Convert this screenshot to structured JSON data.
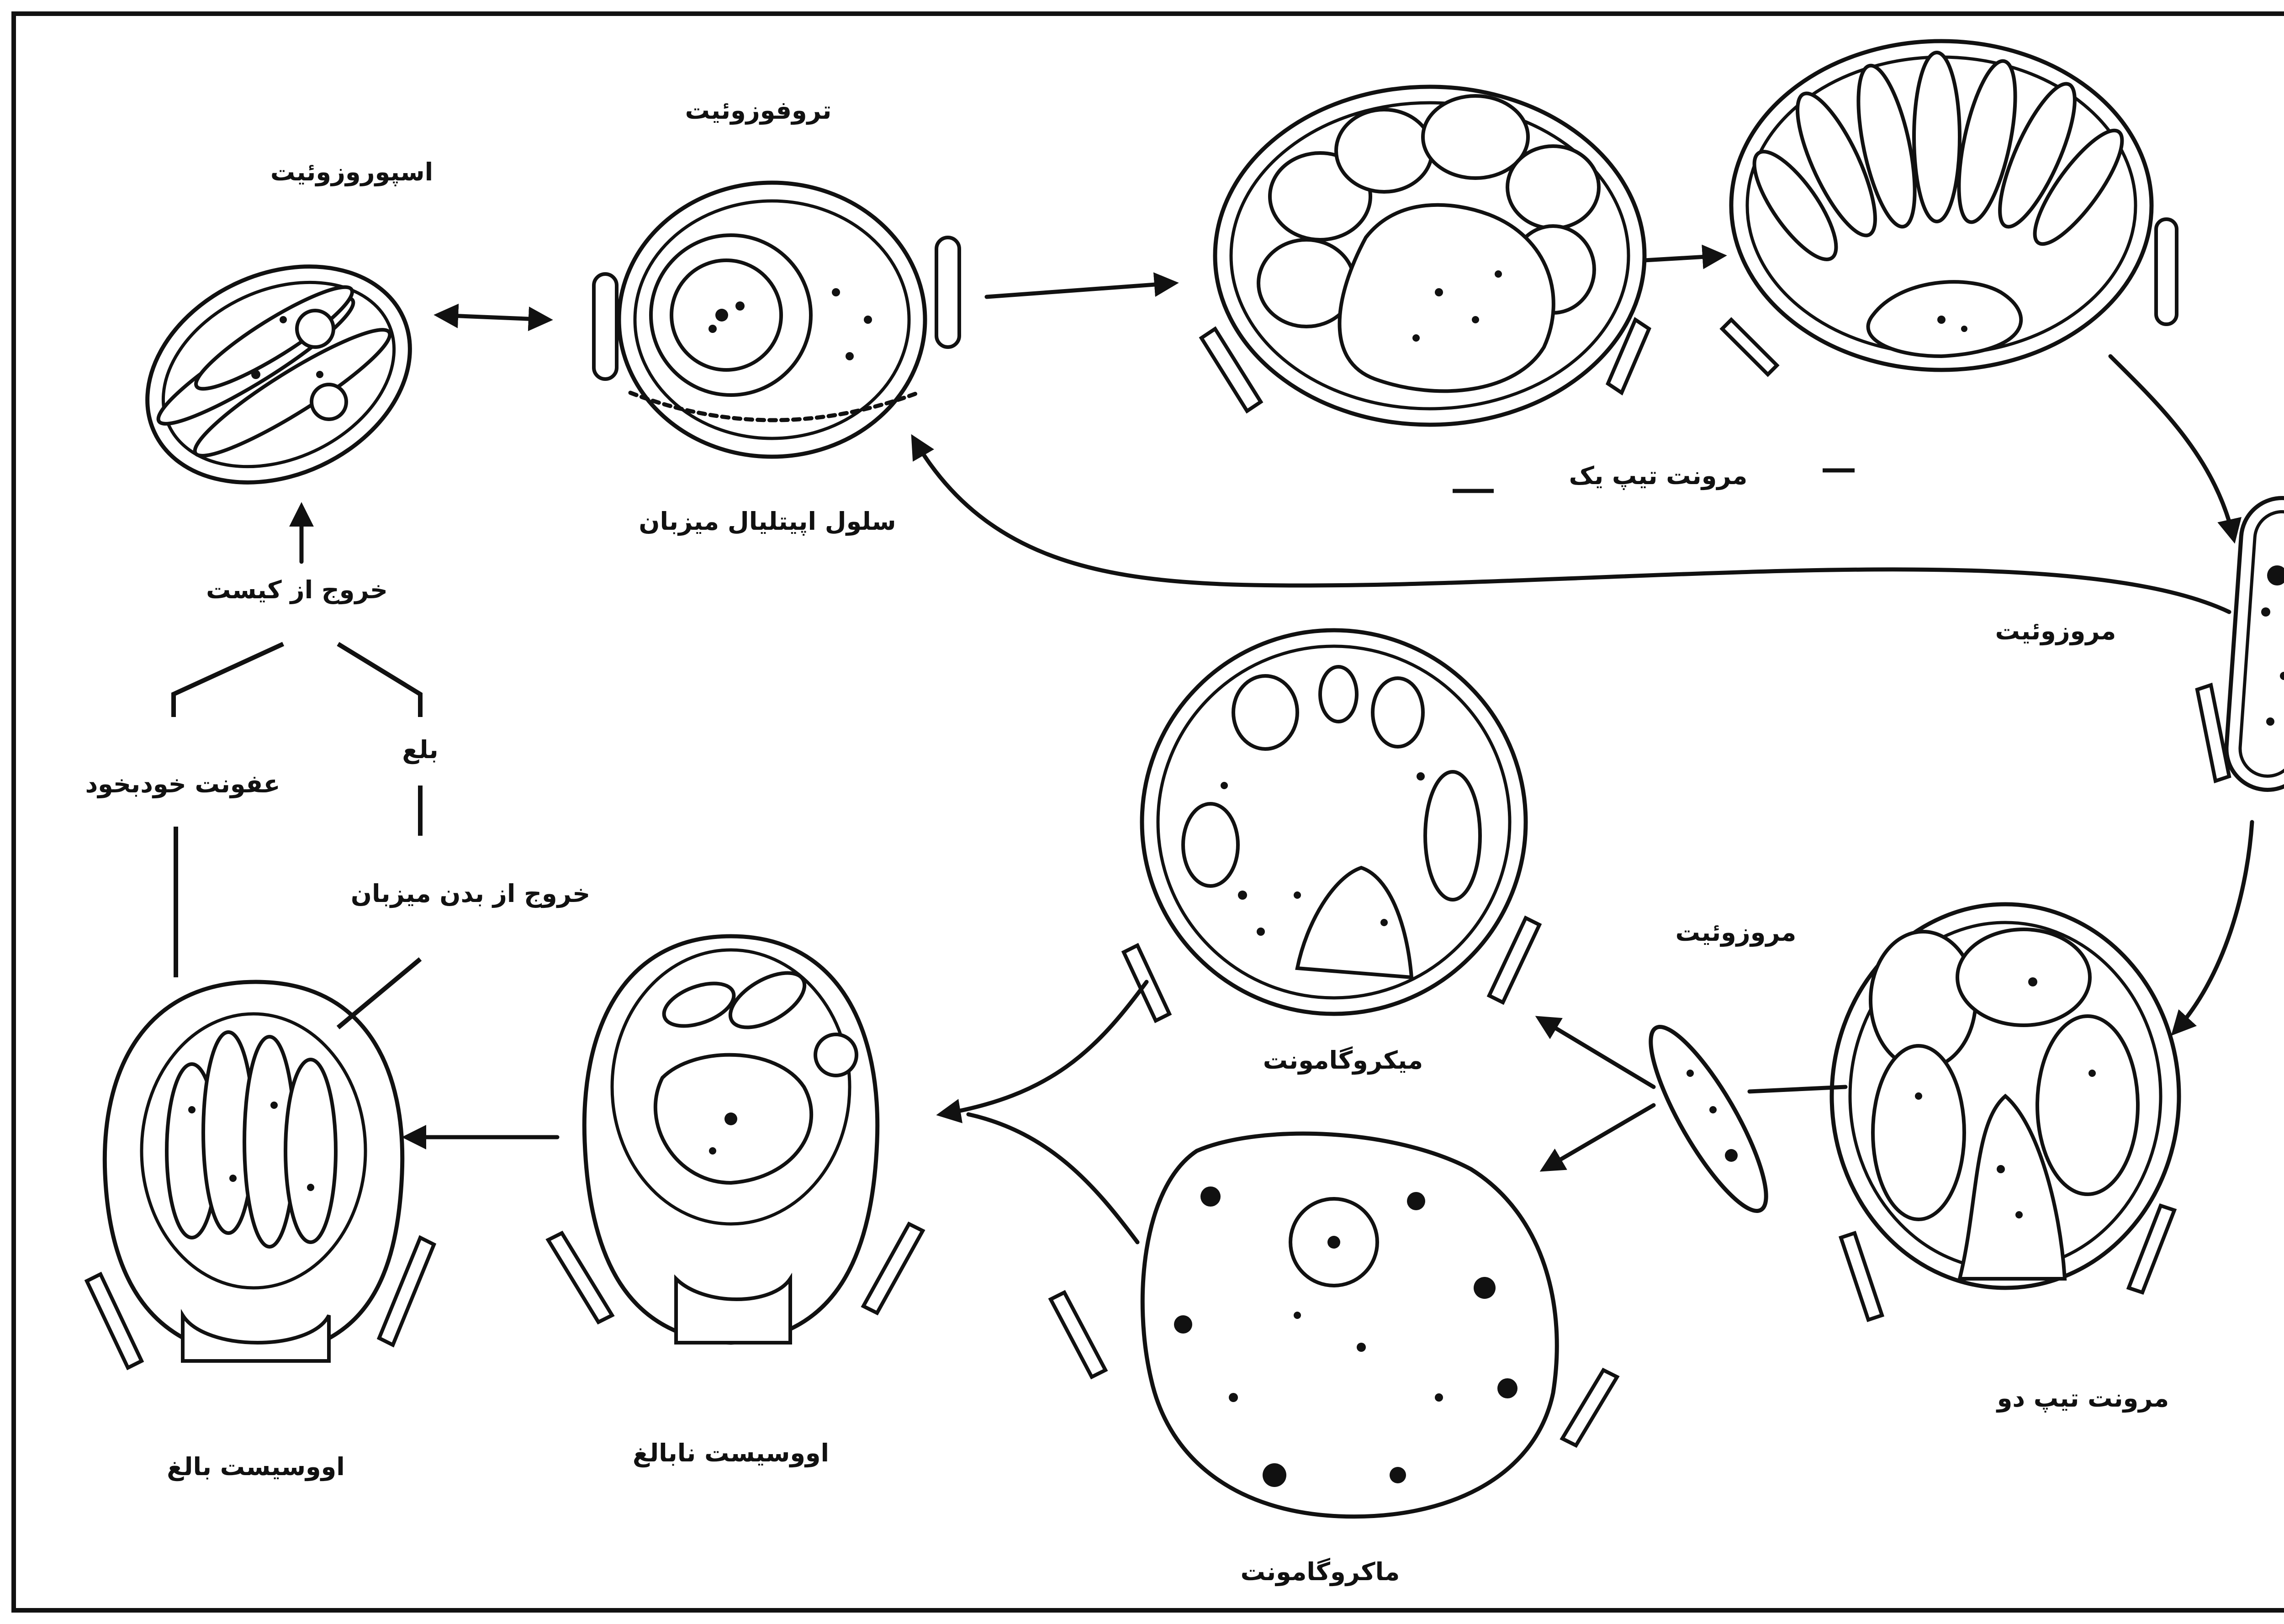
{
  "labels": {
    "sporozoite": "اسپوروزوئیت",
    "trophozoite": "تروفوزوئیت",
    "host_epithelial_cell": "سلول اپیتلیال میزبان",
    "meront_type_one": "مرونت تیپ یک",
    "merozoite_right": "مروزوئیت",
    "merozoite_middle": "مروزوئیت",
    "meront_type_two": "مرونت تیپ دو",
    "microgamont": "میکروگامونت",
    "macrogamont": "ماکروگامونت",
    "immature_oocyst": "اووسیست نابالغ",
    "mature_oocyst": "اووسیست بالغ",
    "excystation": "خروج از کیست",
    "autoinfection": "عفونت خودبخود",
    "ingestion": "بلع",
    "exit_from_host": "خروج از بدن میزبان"
  }
}
